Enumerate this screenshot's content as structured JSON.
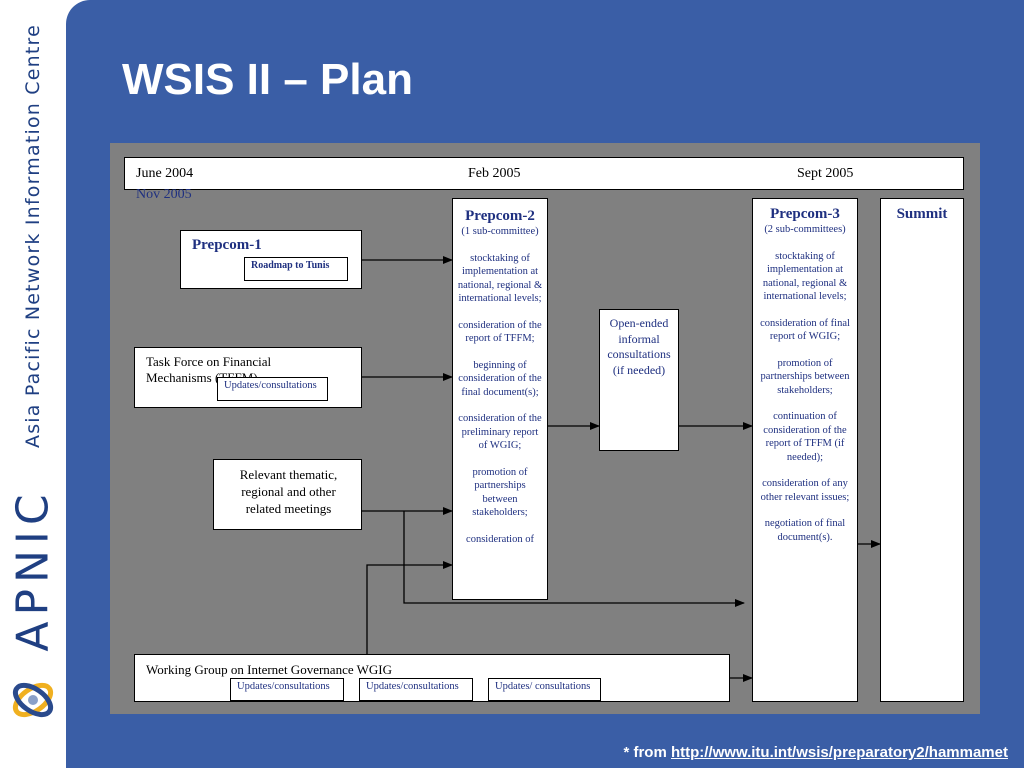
{
  "sidebar": {
    "org": "Asia Pacific Network Information Centre",
    "brand": "APNIC"
  },
  "title": "WSIS II – Plan",
  "timeline": {
    "d1": "June 2004",
    "d2": "Feb 2005",
    "d3": "Sept 2005",
    "d4": "Nov 2005"
  },
  "prepcom1": {
    "title": "Prepcom-1",
    "note": "Roadmap to Tunis"
  },
  "tffm": {
    "text": "Task Force on Financial Mechanisms (TFFM)",
    "note": "Updates/consultations"
  },
  "meetings": {
    "text": "Relevant thematic, regional and other related meetings"
  },
  "wgig": {
    "text": "Working Group on Internet Governance WGIG",
    "n1": "Updates/consultations",
    "n2": "Updates/consultations",
    "n3": "Updates/ consultations"
  },
  "prepcom2": {
    "title": "Prepcom-2",
    "sub": "(1 sub-committee)",
    "i1": "stocktaking of implementation at national, regional & international levels;",
    "i2": "consideration of the report of TFFM;",
    "i3": "beginning of consideration of the final document(s);",
    "i4": "consideration of the preliminary report of WGIG;",
    "i5": "promotion of partnerships between stakeholders;",
    "i6": "consideration of"
  },
  "open": {
    "text": "Open-ended informal consultations (if needed)"
  },
  "prepcom3": {
    "title": "Prepcom-3",
    "sub": "(2 sub-committees)",
    "i1": "stocktaking  of implementation at national, regional & international levels;",
    "i2": "consideration of final report of WGIG;",
    "i3": "promotion of partnerships between stakeholders;",
    "i4": "continuation of consideration of the report of TFFM (if needed);",
    "i5": "consideration of any other relevant issues;",
    "i6": "negotiation of final document(s)."
  },
  "summit": {
    "title": "Summit"
  },
  "footer": {
    "prefix": "* from ",
    "link": "http://www.itu.int/wsis/preparatory2/hammamet"
  }
}
